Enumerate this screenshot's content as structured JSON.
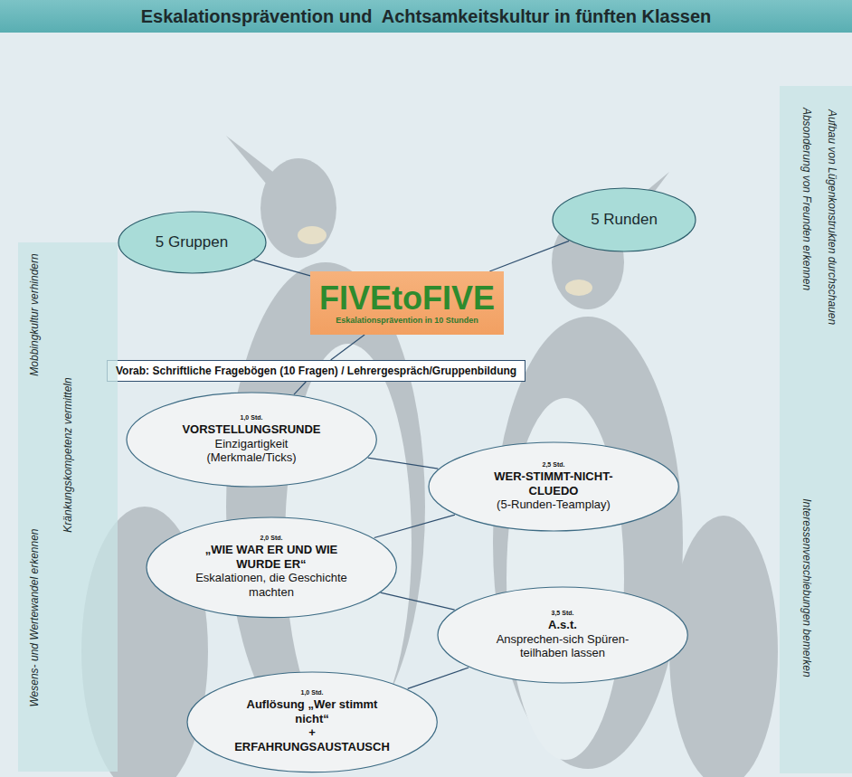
{
  "diagram": {
    "title": "Eskalationsprävention und  Achtsamkeitskultur in fünften Klassen",
    "nodes": [
      {
        "text": [
          "5 Gruppen"
        ]
      },
      {
        "text": [
          "5 Runden"
        ]
      },
      {
        "text": [
          "FIVEtoFIVE",
          "Eskalationsprävention in 10 Stunden"
        ]
      },
      {
        "text": [
          "Vorab: Schriftliche Fragebögen (10 Fragen) / Lehrergespräch/Gruppenbildung"
        ]
      },
      {
        "text": [
          "1,0 Std.",
          "VORSTELLUNGSRUNDE",
          "Einzigartigkeit (Merkmale/Ticks)"
        ]
      },
      {
        "text": [
          "2,5 Std.",
          "WER-STIMMT-NICHT-CLUEDO",
          "(5-Runden-Teamplay)"
        ]
      },
      {
        "text": [
          "2,0 Std.",
          "„WIE WAR ER UND WIE WURDE ER“",
          "Eskalationen, die Geschichte machten"
        ]
      },
      {
        "text": [
          "3,5 Std.",
          "A.s.t.",
          "Ansprechen-sich Spüren- teilhaben lassen"
        ]
      },
      {
        "text": [
          "1,0 Std.",
          "Auflösung „Wer stimmt nicht“",
          "+",
          "ERFAHRUNGSAUSTAUSCH"
        ]
      },
      {
        "text": [
          "Mobbingkultur verhindern",
          "Kränkungskompetenz vermitteln",
          "Wesens- und Wertewandel erkennen"
        ]
      },
      {
        "text": [
          "Aufbau von Lügenkonstrukten durchschauen",
          "Absonderung von Freunden erkennen",
          "Interessenverschiebungen bemerken"
        ]
      }
    ],
    "edges": [
      {
        "from": 0,
        "to": 2,
        "arrow": "none"
      },
      {
        "from": 1,
        "to": 2,
        "arrow": "none"
      },
      {
        "from": 2,
        "to": 3,
        "arrow": "none"
      },
      {
        "from": 3,
        "to": 4,
        "arrow": "none"
      },
      {
        "from": 4,
        "to": 5,
        "arrow": "none"
      },
      {
        "from": 5,
        "to": 6,
        "arrow": "none"
      },
      {
        "from": 6,
        "to": 7,
        "arrow": "none"
      },
      {
        "from": 7,
        "to": 8,
        "arrow": "none"
      }
    ]
  }
}
